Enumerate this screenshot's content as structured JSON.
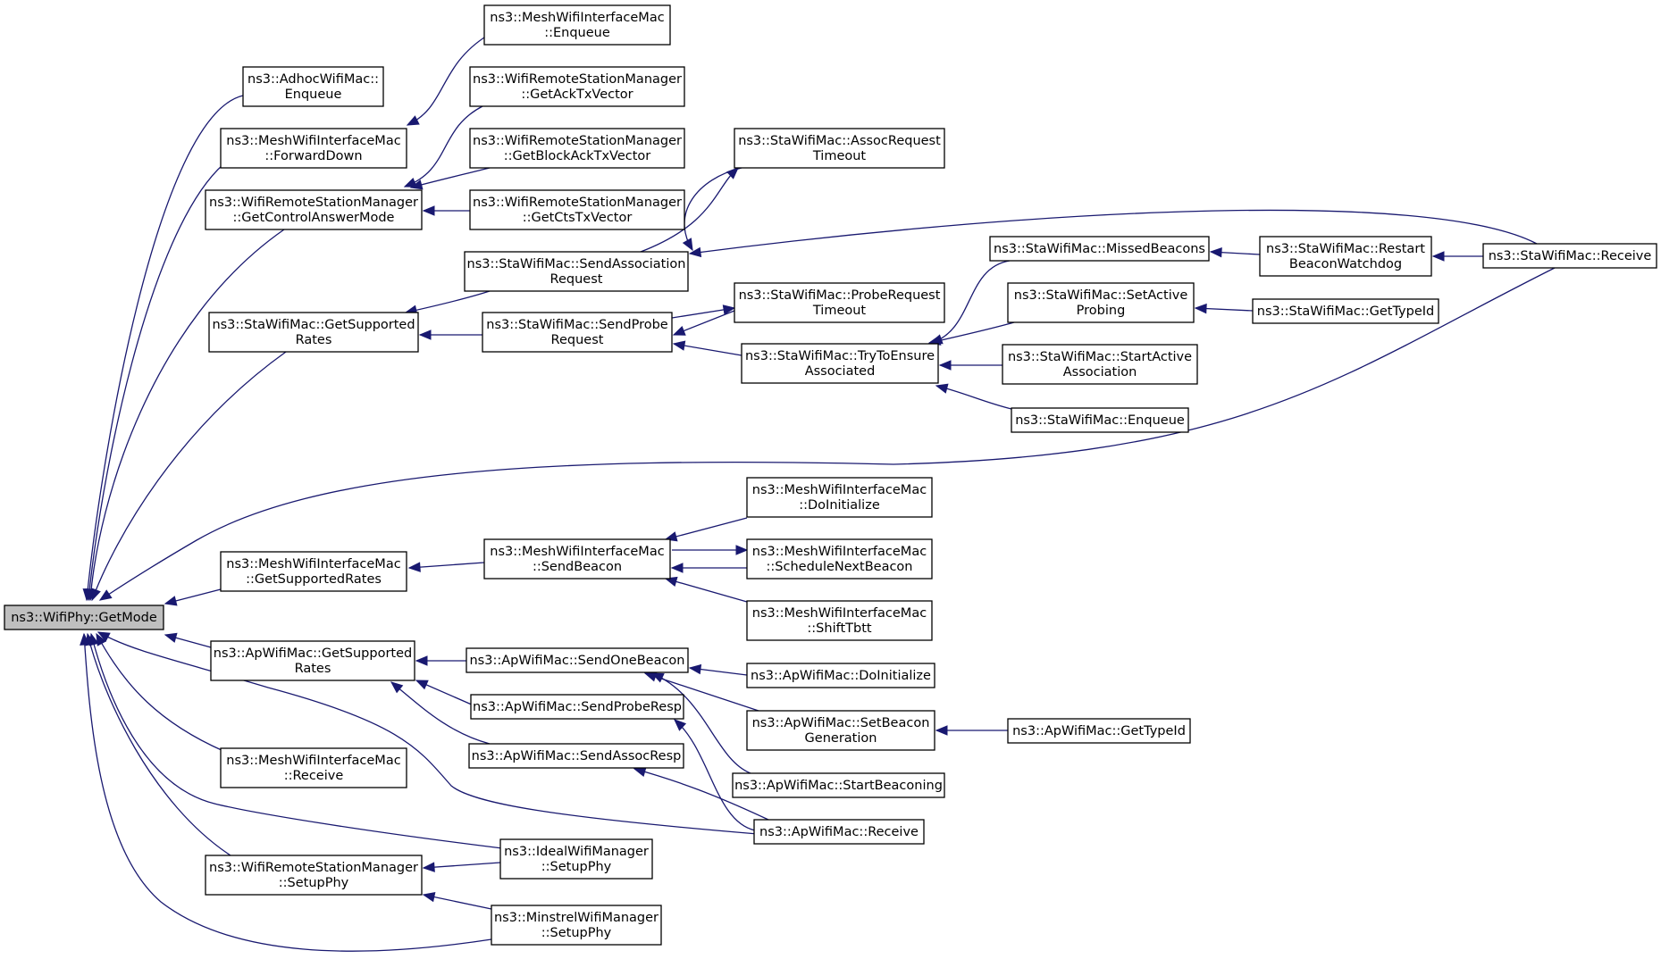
{
  "graph": {
    "root": "n_root",
    "nodes": [
      {
        "id": "n_root",
        "lines": [
          "ns3::WifiPhy::GetMode"
        ]
      },
      {
        "id": "n_adhoc_enq",
        "lines": [
          "ns3::AdhocWifiMac::",
          "Enqueue"
        ]
      },
      {
        "id": "n_mesh_fwd",
        "lines": [
          "ns3::MeshWifiInterfaceMac",
          "::ForwardDown"
        ]
      },
      {
        "id": "n_mesh_enq",
        "lines": [
          "ns3::MeshWifiInterfaceMac",
          "::Enqueue"
        ]
      },
      {
        "id": "n_wrsm_ctrl",
        "lines": [
          "ns3::WifiRemoteStationManager",
          "::GetControlAnswerMode"
        ]
      },
      {
        "id": "n_wrsm_ack",
        "lines": [
          "ns3::WifiRemoteStationManager",
          "::GetAckTxVector"
        ]
      },
      {
        "id": "n_wrsm_back",
        "lines": [
          "ns3::WifiRemoteStationManager",
          "::GetBlockAckTxVector"
        ]
      },
      {
        "id": "n_wrsm_cts",
        "lines": [
          "ns3::WifiRemoteStationManager",
          "::GetCtsTxVector"
        ]
      },
      {
        "id": "n_sta_rates",
        "lines": [
          "ns3::StaWifiMac::GetSupported",
          "Rates"
        ]
      },
      {
        "id": "n_sta_sendassoc",
        "lines": [
          "ns3::StaWifiMac::SendAssociation",
          "Request"
        ]
      },
      {
        "id": "n_sta_assoctimeout",
        "lines": [
          "ns3::StaWifiMac::AssocRequest",
          "Timeout"
        ]
      },
      {
        "id": "n_sta_sendprobe",
        "lines": [
          "ns3::StaWifiMac::SendProbe",
          "Request"
        ]
      },
      {
        "id": "n_sta_probetimeout",
        "lines": [
          "ns3::StaWifiMac::ProbeRequest",
          "Timeout"
        ]
      },
      {
        "id": "n_sta_tryensure",
        "lines": [
          "ns3::StaWifiMac::TryToEnsure",
          "Associated"
        ]
      },
      {
        "id": "n_sta_missed",
        "lines": [
          "ns3::StaWifiMac::MissedBeacons"
        ]
      },
      {
        "id": "n_sta_restart",
        "lines": [
          "ns3::StaWifiMac::Restart",
          "BeaconWatchdog"
        ]
      },
      {
        "id": "n_sta_receive",
        "lines": [
          "ns3::StaWifiMac::Receive"
        ]
      },
      {
        "id": "n_sta_setactive",
        "lines": [
          "ns3::StaWifiMac::SetActive",
          "Probing"
        ]
      },
      {
        "id": "n_sta_typeid",
        "lines": [
          "ns3::StaWifiMac::GetTypeId"
        ]
      },
      {
        "id": "n_sta_startactive",
        "lines": [
          "ns3::StaWifiMac::StartActive",
          "Association"
        ]
      },
      {
        "id": "n_sta_enq",
        "lines": [
          "ns3::StaWifiMac::Enqueue"
        ]
      },
      {
        "id": "n_mesh_rates",
        "lines": [
          "ns3::MeshWifiInterfaceMac",
          "::GetSupportedRates"
        ]
      },
      {
        "id": "n_mesh_sendbeacon",
        "lines": [
          "ns3::MeshWifiInterfaceMac",
          "::SendBeacon"
        ]
      },
      {
        "id": "n_mesh_doinit",
        "lines": [
          "ns3::MeshWifiInterfaceMac",
          "::DoInitialize"
        ]
      },
      {
        "id": "n_mesh_sched",
        "lines": [
          "ns3::MeshWifiInterfaceMac",
          "::ScheduleNextBeacon"
        ]
      },
      {
        "id": "n_mesh_shift",
        "lines": [
          "ns3::MeshWifiInterfaceMac",
          "::ShiftTbtt"
        ]
      },
      {
        "id": "n_ap_rates",
        "lines": [
          "ns3::ApWifiMac::GetSupported",
          "Rates"
        ]
      },
      {
        "id": "n_ap_sendone",
        "lines": [
          "ns3::ApWifiMac::SendOneBeacon"
        ]
      },
      {
        "id": "n_ap_doinit",
        "lines": [
          "ns3::ApWifiMac::DoInitialize"
        ]
      },
      {
        "id": "n_ap_setbeacon",
        "lines": [
          "ns3::ApWifiMac::SetBeacon",
          "Generation"
        ]
      },
      {
        "id": "n_ap_typeid",
        "lines": [
          "ns3::ApWifiMac::GetTypeId"
        ]
      },
      {
        "id": "n_ap_sendprobe",
        "lines": [
          "ns3::ApWifiMac::SendProbeResp"
        ]
      },
      {
        "id": "n_ap_sendassoc",
        "lines": [
          "ns3::ApWifiMac::SendAssocResp"
        ]
      },
      {
        "id": "n_ap_startbeacon",
        "lines": [
          "ns3::ApWifiMac::StartBeaconing"
        ]
      },
      {
        "id": "n_ap_receive",
        "lines": [
          "ns3::ApWifiMac::Receive"
        ]
      },
      {
        "id": "n_mesh_receive",
        "lines": [
          "ns3::MeshWifiInterfaceMac",
          "::Receive"
        ]
      },
      {
        "id": "n_ideal_setup",
        "lines": [
          "ns3::IdealWifiManager",
          "::SetupPhy"
        ]
      },
      {
        "id": "n_wrsm_setup",
        "lines": [
          "ns3::WifiRemoteStationManager",
          "::SetupPhy"
        ]
      },
      {
        "id": "n_minstrel_setup",
        "lines": [
          "ns3::MinstrelWifiManager",
          "::SetupPhy"
        ]
      }
    ]
  }
}
